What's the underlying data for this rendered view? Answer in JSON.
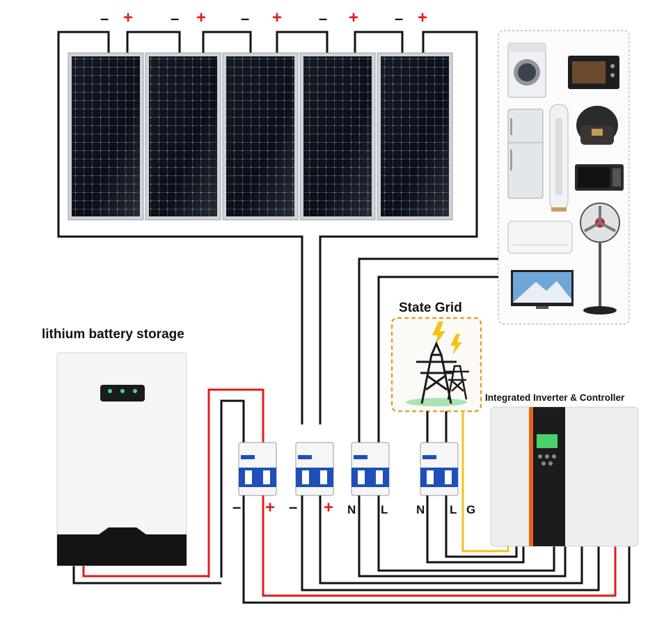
{
  "labels": {
    "battery_title": "lithium battery storage",
    "grid_title": "State Grid",
    "inverter_title": "Integrated Inverter & Controller"
  },
  "panel_polarity": [
    {
      "minus": "–",
      "plus": "+"
    },
    {
      "minus": "–",
      "plus": "+"
    },
    {
      "minus": "–",
      "plus": "+"
    },
    {
      "minus": "–",
      "plus": "+"
    },
    {
      "minus": "–",
      "plus": "+"
    }
  ],
  "breaker_terminals": {
    "battery": {
      "minus": "–",
      "plus": "+"
    },
    "pv": {
      "minus": "–",
      "plus": "+"
    },
    "load": {
      "n": "N",
      "l": "L"
    },
    "grid": {
      "n": "N",
      "l": "L",
      "g": "G"
    }
  },
  "colors": {
    "positive_wire": "#e11b1b",
    "negative_wire": "#111111",
    "ground_wire": "#f2c21b",
    "inverter_accent": "#e8641a",
    "breaker_blue": "#1f4fb8",
    "grid_box_border": "#e0a030"
  },
  "icons": [
    "solar-panel-icon",
    "washing-machine-icon",
    "oven-icon",
    "fridge-icon",
    "tower-fan-icon",
    "rice-cooker-icon",
    "microwave-icon",
    "air-conditioner-icon",
    "stand-fan-icon",
    "tv-icon",
    "transmission-tower-icon",
    "lightning-icon",
    "battery-icon",
    "inverter-icon",
    "breaker-icon"
  ]
}
